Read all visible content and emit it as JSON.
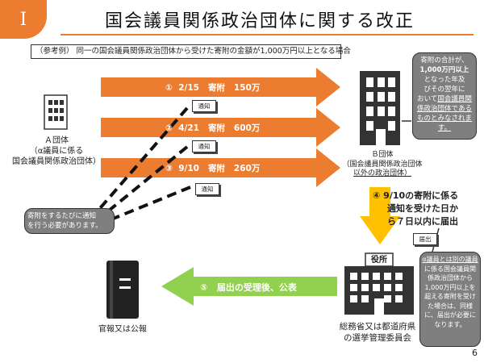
{
  "section_number": "Ⅰ",
  "title": "国会議員関係政治団体に関する改正",
  "example_note": "（参考例） 同一の国会議員関係政治団体から受けた寄附の金額が1,000万円以上となる場合",
  "arrows": [
    {
      "number": "①",
      "date": "2/15",
      "kind": "寄附",
      "amount": "150万"
    },
    {
      "number": "②",
      "date": "4/21",
      "kind": "寄附",
      "amount": "600万"
    },
    {
      "number": "③",
      "date": "9/10",
      "kind": "寄附",
      "amount": "260万"
    }
  ],
  "notice_tag": "通知",
  "group_a": {
    "line1": "Ａ団体",
    "line2": "（α議員に係る",
    "line3": "国会議員関係政治団体）"
  },
  "group_b": {
    "line1": "Ｂ団体",
    "line2": "（国会議員関係政治団体",
    "line3": "以外の政治団体）"
  },
  "callout_top": {
    "text1": "寄附の合計が、",
    "text2": "1,000万円以上",
    "text3": "となった年及",
    "text4": "びその翌年に",
    "text5": "おいて",
    "highlight": "国会議員関係政治団体であるものとみなされます。"
  },
  "callout_left": {
    "line1": "寄附をするたびに通知",
    "line2": "を行う必要があります。"
  },
  "step4": {
    "number": "④",
    "line1": "9/10の寄附に係る",
    "line2": "通知を受けた日か",
    "line3": "ら７日以内に届出"
  },
  "filing_tag": "届出",
  "office_sign": "役所",
  "callout_right": {
    "highlight": "α議員とは別の議員",
    "text": "に係る国会議員関係政治団体から1,000万円以上を超える寄附を受けた場合は、同様に、届出が必要になります。"
  },
  "step5": {
    "number": "⑤",
    "text": "届出の受理後、公表"
  },
  "gazette_label": "官報又は公報",
  "authority": {
    "line1": "総務省又は都道府県",
    "line2": "の選挙管理委員会"
  },
  "page_number": "6",
  "colors": {
    "accent": "#ec7c30",
    "yellow": "#ffc000",
    "green": "#92d050",
    "callout": "#7f7f7f"
  },
  "icons": [
    "building-icon",
    "book-icon",
    "government-building-icon",
    "document-tag-icon"
  ]
}
